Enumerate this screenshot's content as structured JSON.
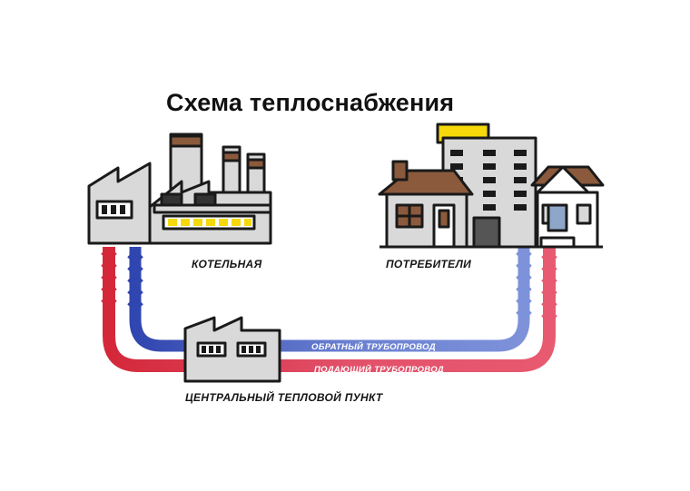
{
  "title": "Схема теплоснабжения",
  "labels": {
    "boiler": "КОТЕЛЬНАЯ",
    "consumers": "ПОТРЕБИТЕЛИ",
    "heat_point": "ЦЕНТРАЛЬНЫЙ ТЕПЛОВОЙ ПУНКТ",
    "return_pipe": "ОБРАТНЫЙ ТРУБОПРОВОД",
    "supply_pipe": "ПОДАЮЩИЙ ТРУБОПРОВОД"
  },
  "icons": [
    "factory-icon",
    "buildings-icon",
    "heat-point-icon"
  ],
  "colors": {
    "supply": "#e8495a",
    "supply_dark": "#c8283a",
    "return": "#3f5fc0",
    "return_light": "#7b8fd6",
    "outline": "#1a1a1a",
    "wall": "#d9d9d9",
    "roof_brown": "#8b5a3c",
    "window_yellow": "#f5d90a"
  }
}
